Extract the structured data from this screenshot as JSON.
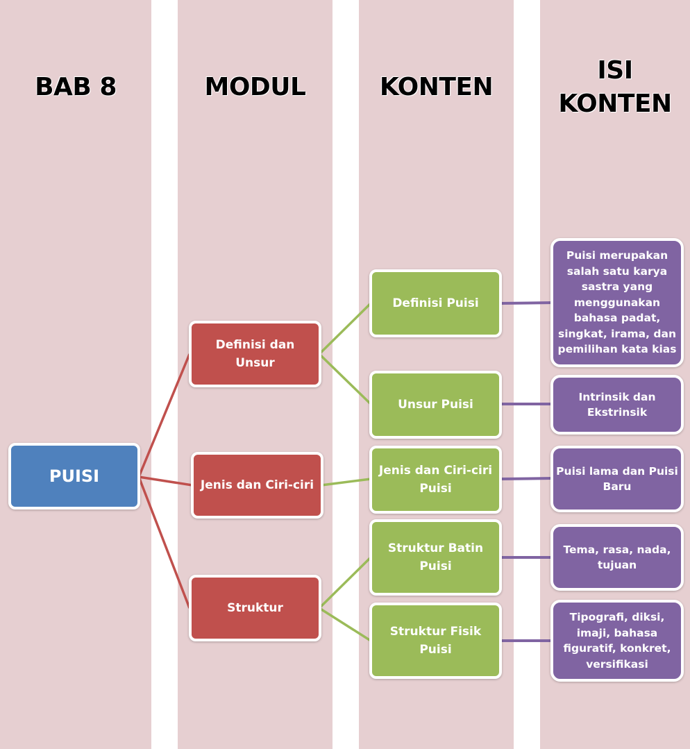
{
  "columns": [
    {
      "id": "bab",
      "title": "BAB 8"
    },
    {
      "id": "modul",
      "title": "MODUL"
    },
    {
      "id": "konten",
      "title": "KONTEN"
    },
    {
      "id": "isi",
      "title": "ISI KONTEN"
    }
  ],
  "colors": {
    "column_bg": "#e6cfd1",
    "root": "#4f81bd",
    "modul": "#c0504d",
    "konten": "#9bbb59",
    "isi": "#8064a2",
    "link_red": "#c0504d",
    "link_green": "#9bbb59",
    "link_purple": "#8064a2"
  },
  "root": {
    "label": "PUISI"
  },
  "modul": [
    {
      "label": "Definisi dan Unsur"
    },
    {
      "label": "Jenis dan Ciri-ciri"
    },
    {
      "label": "Struktur"
    }
  ],
  "konten": [
    {
      "label": "Definisi Puisi",
      "parent": 0
    },
    {
      "label": "Unsur Puisi",
      "parent": 0
    },
    {
      "label": "Jenis dan Ciri-ciri Puisi",
      "parent": 1
    },
    {
      "label": "Struktur Batin Puisi",
      "parent": 2
    },
    {
      "label": "Struktur Fisik Puisi",
      "parent": 2
    }
  ],
  "isi": [
    {
      "label": "Puisi merupakan salah satu karya sastra yang menggunakan bahasa padat, singkat, irama, dan pemilihan kata kias"
    },
    {
      "label": "Intrinsik dan Ekstrinsik"
    },
    {
      "label": "Puisi lama dan Puisi Baru"
    },
    {
      "label": "Tema, rasa, nada, tujuan"
    },
    {
      "label": "Tipografi, diksi, imaji, bahasa figuratif, konkret, versifikasi"
    }
  ]
}
